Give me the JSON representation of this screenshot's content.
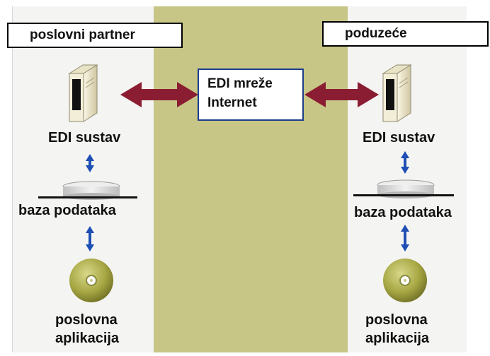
{
  "left_header": "poslovni partner",
  "right_header": "poduzeće",
  "network_label_1": "EDI mreže",
  "network_label_2": "Internet",
  "left": {
    "edi_system": "EDI sustav",
    "database": "baza podataka",
    "app_line1": "poslovna",
    "app_line2": "aplikacija"
  },
  "right": {
    "edi_system": "EDI sustav",
    "database": "baza podataka",
    "app_line1": "poslovna",
    "app_line2": "aplikacija"
  },
  "colors": {
    "middle_band": "#c7c686",
    "side_panels": "#f4f4f2",
    "horizontal_arrow": "#8a1d32",
    "vertical_arrow": "#1e4fb4",
    "network_border": "#1b3d8a",
    "cd_disc": "#a7a744"
  }
}
